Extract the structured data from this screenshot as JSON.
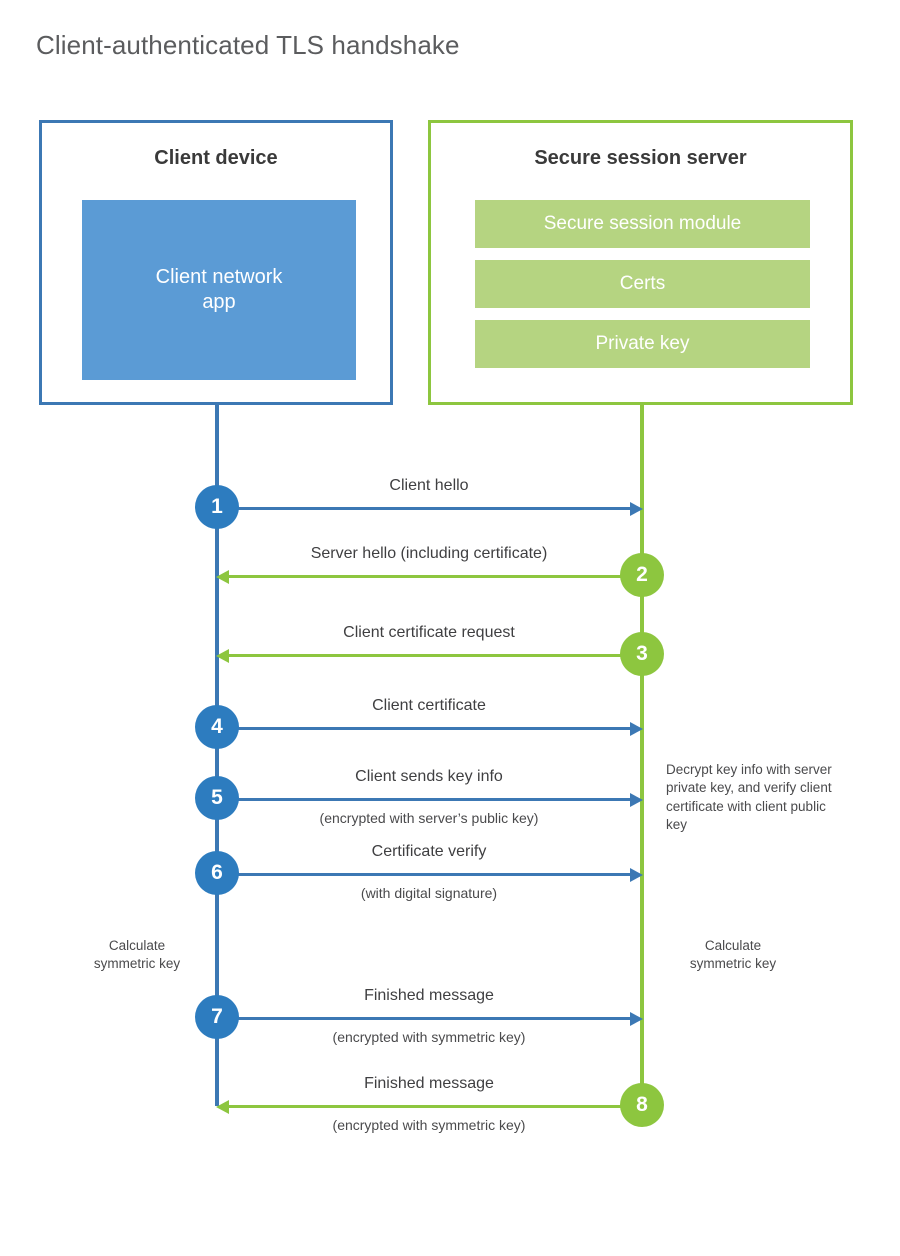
{
  "title": "Client-authenticated TLS handshake",
  "colors": {
    "client_blue": "#3c78b4",
    "client_circle_blue": "#2d7cbf",
    "client_app_fill": "#5b9bd5",
    "server_green": "#8dc63f",
    "server_bar_fill": "#b5d481",
    "title_gray": "#5b5c5e",
    "text_gray": "#3f3f41"
  },
  "client": {
    "title": "Client device",
    "app_label": "Client network\napp",
    "app_label_line1": "Client network",
    "app_label_line2": "app"
  },
  "server": {
    "title": "Secure session server",
    "modules": [
      {
        "label": "Secure session module"
      },
      {
        "label": "Certs"
      },
      {
        "label": "Private key"
      }
    ]
  },
  "steps": [
    {
      "number": "1",
      "direction": "to-server",
      "primary": "Client hello",
      "sub": ""
    },
    {
      "number": "2",
      "direction": "to-client",
      "primary": "Server hello (including certificate)",
      "sub": ""
    },
    {
      "number": "3",
      "direction": "to-client",
      "primary": "Client certificate request",
      "sub": ""
    },
    {
      "number": "4",
      "direction": "to-server",
      "primary": "Client certificate",
      "sub": ""
    },
    {
      "number": "5",
      "direction": "to-server",
      "primary": "Client sends key info",
      "sub": "(encrypted with server’s public key)"
    },
    {
      "number": "6",
      "direction": "to-server",
      "primary": "Certificate verify",
      "sub": "(with digital signature)"
    },
    {
      "number": "7",
      "direction": "to-server",
      "primary": "Finished message",
      "sub": "(encrypted with symmetric key)"
    },
    {
      "number": "8",
      "direction": "to-client",
      "primary": "Finished message",
      "sub": "(encrypted with symmetric key)"
    }
  ],
  "annotations": {
    "server_decrypt": "Decrypt key info with server private key, and verify client certificate with client public key",
    "calc_client_line1": "Calculate",
    "calc_client_line2": "symmetric key",
    "calc_server_line1": "Calculate",
    "calc_server_line2": "symmetric key"
  }
}
